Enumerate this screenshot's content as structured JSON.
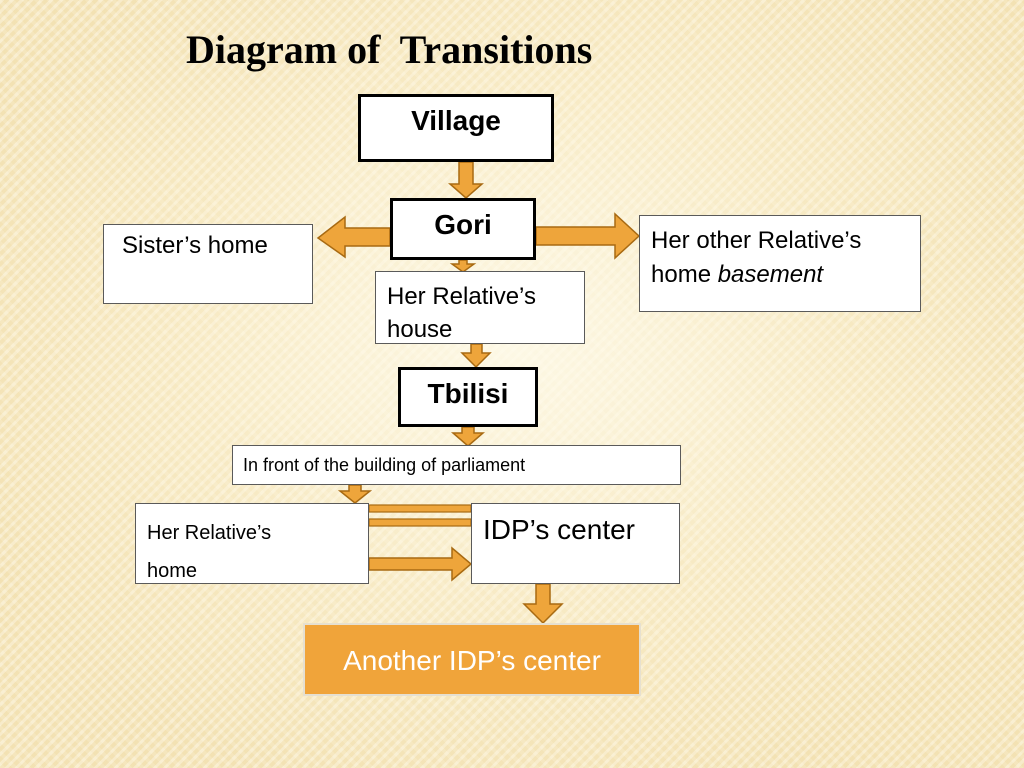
{
  "title": "Diagram of  Transitions",
  "nodes": {
    "village": "Village",
    "gori": "Gori",
    "sister_home": "Sister’s home",
    "other_relative_home": {
      "text": "Her other Relative’s home ",
      "emphasis": "basement"
    },
    "relative_house": "Her Relative’s house",
    "tbilisi": "Tbilisi",
    "parliament": "In front of the building of parliament",
    "relative_home": {
      "line1": "Her Relative’s",
      "line2": "home"
    },
    "idp_center": "IDP’s center",
    "another_idp_center": "Another IDP’s center"
  },
  "colors": {
    "arrow_fill": "#eea53b",
    "arrow_stroke": "#a86a12",
    "highlight_box": "#f0a43a"
  }
}
